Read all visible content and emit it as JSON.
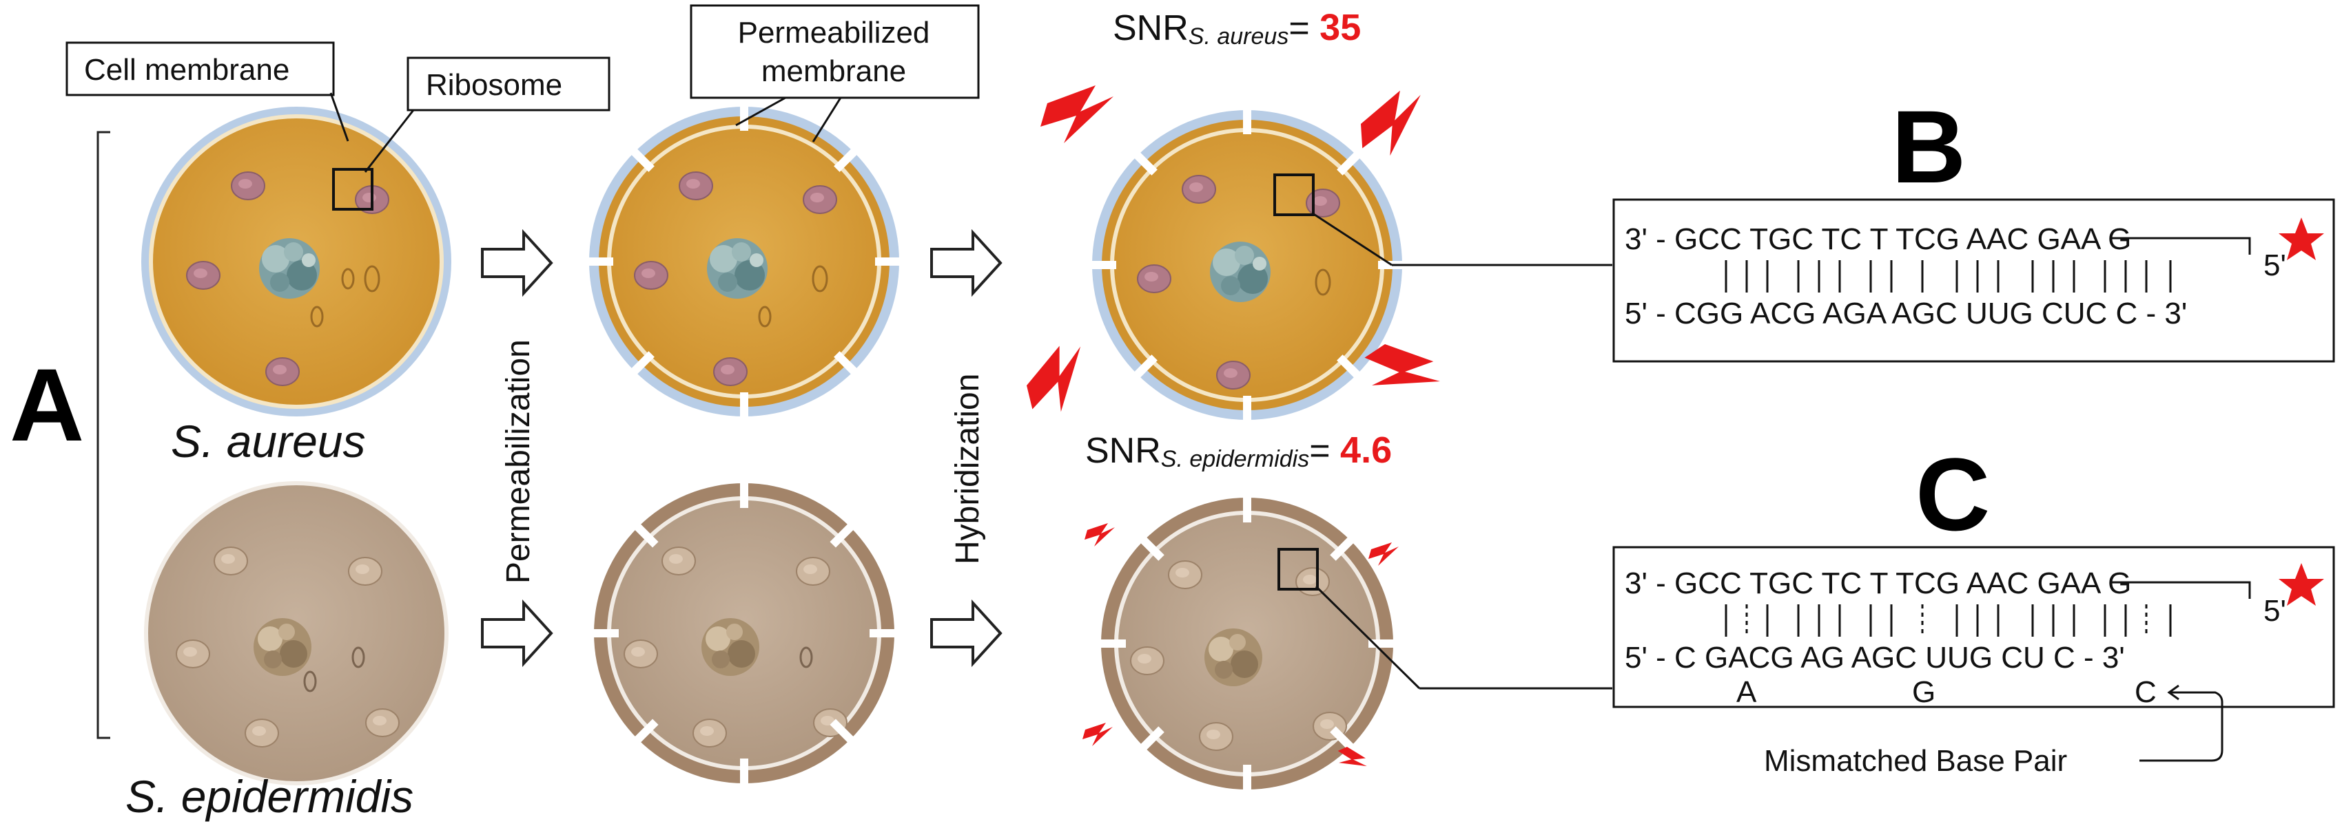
{
  "panels": {
    "a": "A",
    "b": "B",
    "c": "C"
  },
  "callouts": {
    "cell_membrane": "Cell membrane",
    "ribosome": "Ribosome",
    "permeabilized_line1": "Permeabilized",
    "permeabilized_line2": "membrane"
  },
  "steps": {
    "permeabilization": "Permeabilization",
    "hybridization": "Hybridization"
  },
  "organisms": {
    "aureus": "S. aureus",
    "epidermidis": "S. epidermidis"
  },
  "snr": {
    "aureus": {
      "prefix": "SNR",
      "sub": "S. aureus",
      "eq": "= ",
      "value": "35"
    },
    "epidermidis": {
      "prefix": "SNR",
      "sub": "S. epidermidis",
      "eq": "= ",
      "value": "4.6"
    }
  },
  "panel_b": {
    "probe": "3' - GCC TGC TC T TCG AAC GAA G",
    "probe_end": "5'",
    "target": "5' - CGG ACG AGA AGC UUG CUC C - 3'"
  },
  "panel_c": {
    "probe": "3' - GCC TGC TC T TCG AAC GAA G",
    "probe_end": "5'",
    "target": "5' - C GACG AG AGC UUG CU C - 3'",
    "mismatches": [
      "A",
      "G",
      "C"
    ],
    "mismatch_label": "Mismatched Base Pair"
  },
  "colors": {
    "aureus_fill": "#d59a33",
    "aureus_outer": "#b8cde6",
    "epidermidis_fill": "#bba48e",
    "epidermidis_rim": "#a38469",
    "accent_red": "#e8191b"
  }
}
